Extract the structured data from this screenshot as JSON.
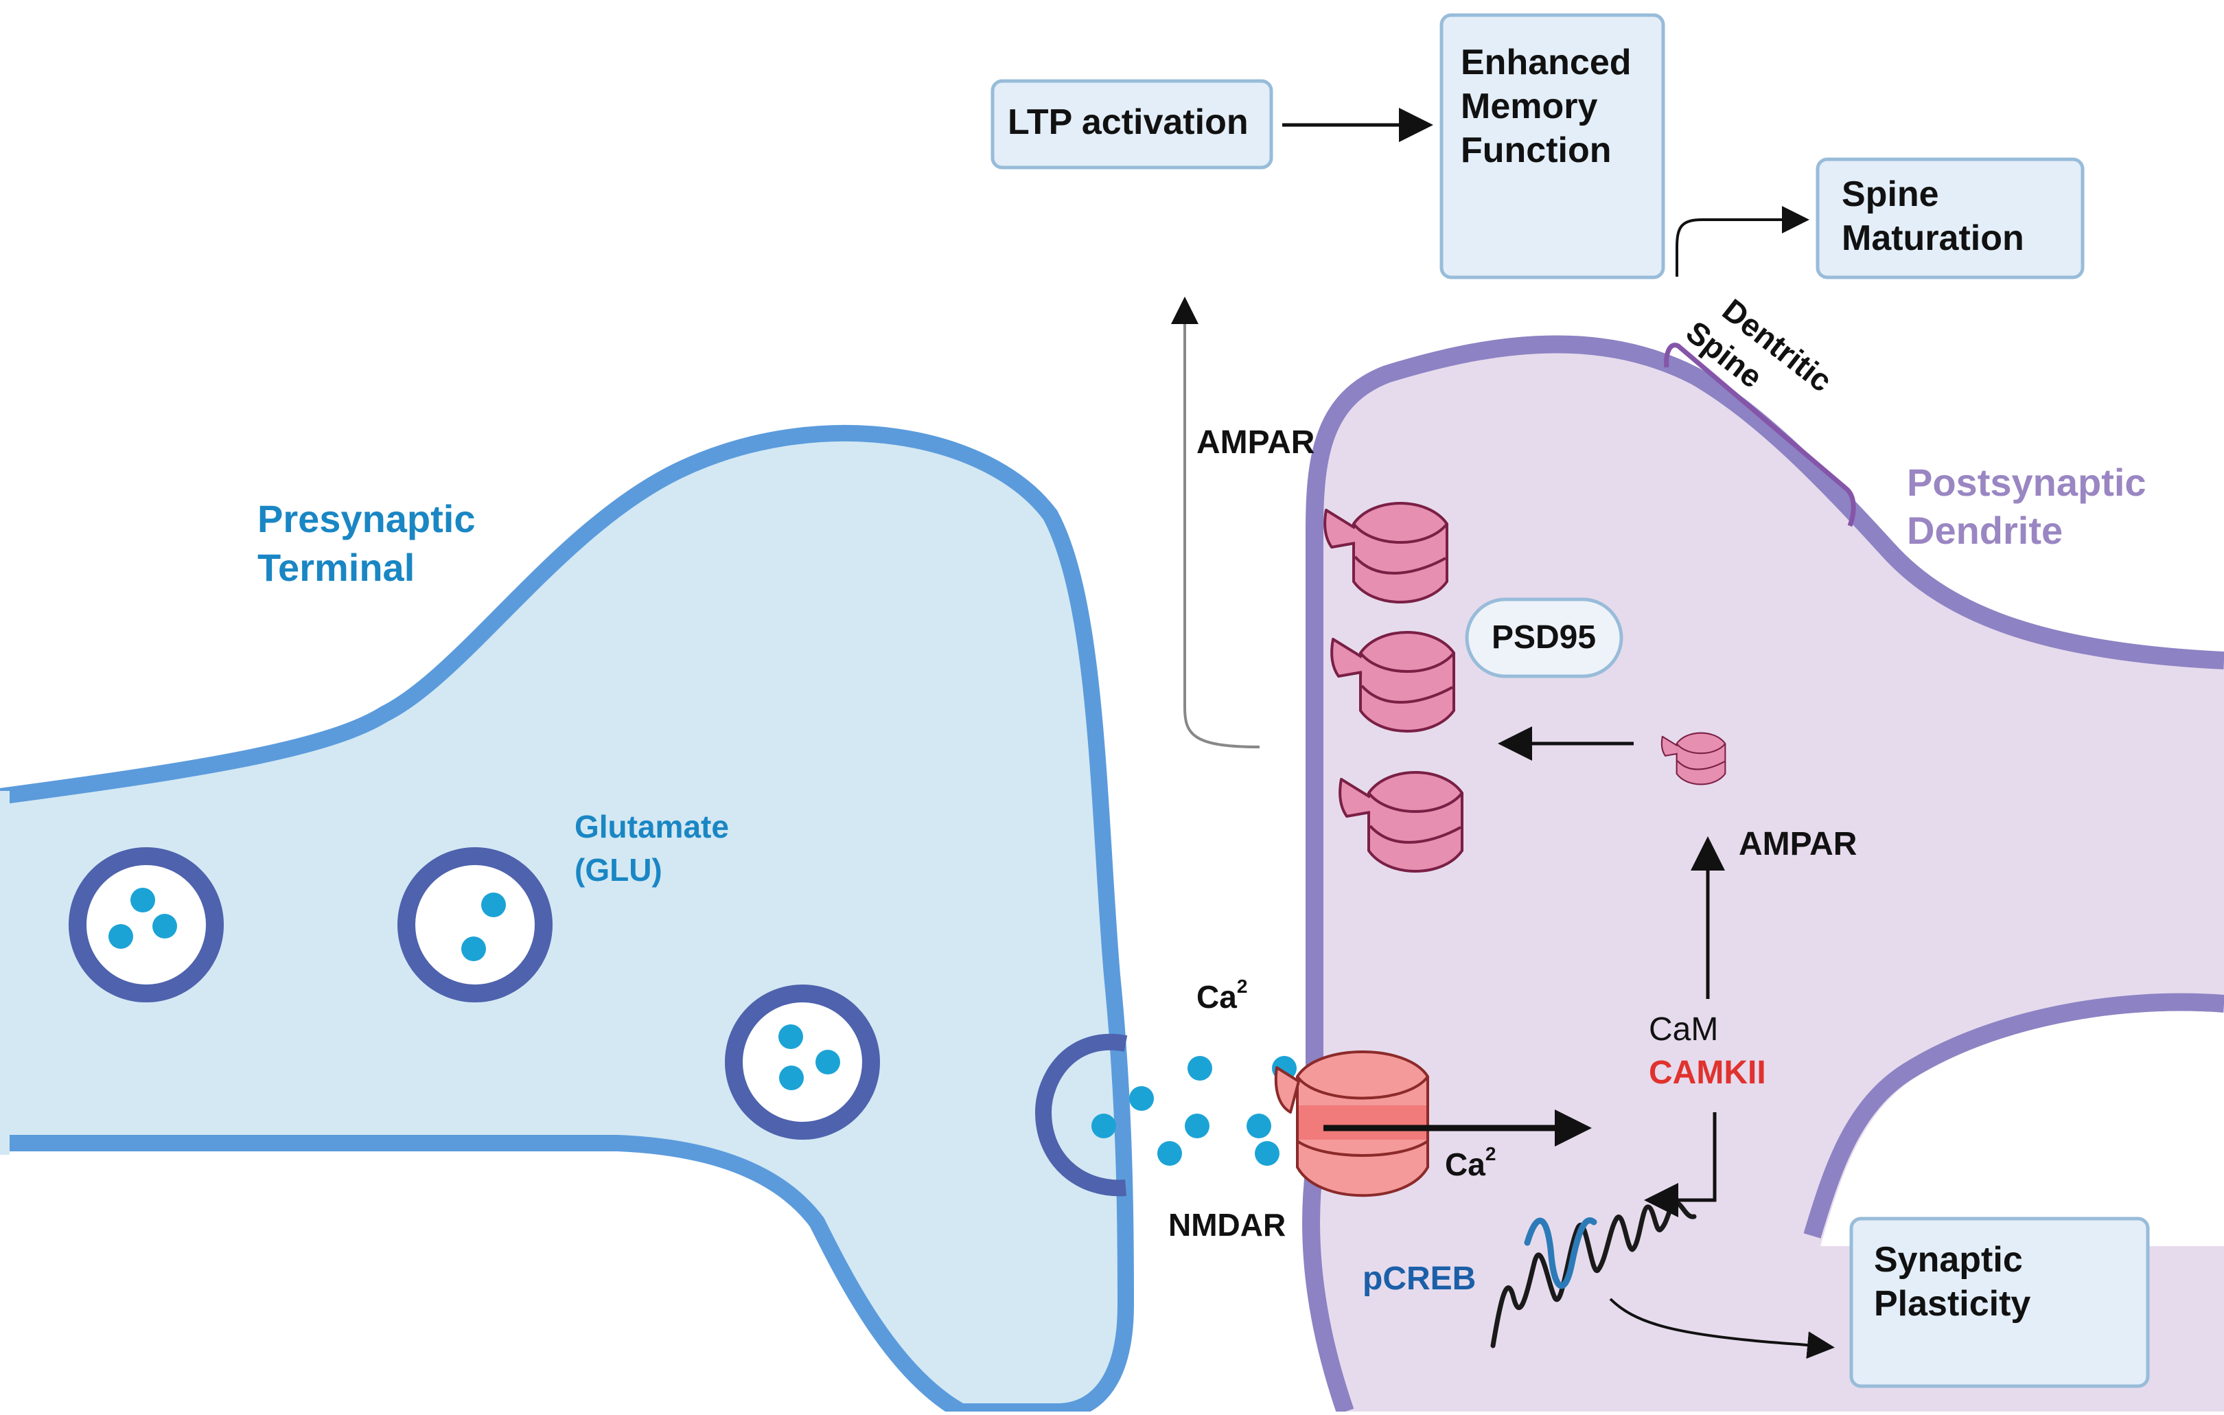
{
  "labels": {
    "presynaptic": [
      "Presynaptic",
      "Terminal"
    ],
    "glutamate": [
      "Glutamate",
      "(GLU)"
    ],
    "postsynaptic": [
      "Postsynaptic",
      "Dendrite"
    ],
    "dendritic_spine": [
      "Dentritic",
      "Spine"
    ],
    "ampar_top": "AMPAR",
    "ampar_right": "AMPAR",
    "psd95": "PSD95",
    "ca_upper": "Ca",
    "ca_upper_sup": "2",
    "ca_lower": "Ca",
    "ca_lower_sup": "2",
    "nmdar": "NMDAR",
    "cam": "CaM",
    "camkii": "CAMKII",
    "pcreb": "pCREB"
  },
  "boxes": {
    "ltp": [
      "LTP activation"
    ],
    "memory": [
      "Enhanced",
      "Memory",
      "Function"
    ],
    "spine": [
      "Spine",
      "Maturation"
    ],
    "plasticity": [
      "Synaptic",
      "Plasticity"
    ]
  },
  "colors": {
    "pre_fill": "#d3e8f3",
    "pre_stroke": "#5b9bdc",
    "post_fill": "#e6dbec",
    "post_stroke": "#8d82c3",
    "vesicle_ring": "#4e62ad",
    "particle": "#1ba3d6",
    "receptor": "#e68fb0",
    "receptor_stroke": "#7a1f45",
    "nmdar": "#f49a9a",
    "box_fill": "#e3eef8",
    "box_stroke": "#98bcd9"
  }
}
